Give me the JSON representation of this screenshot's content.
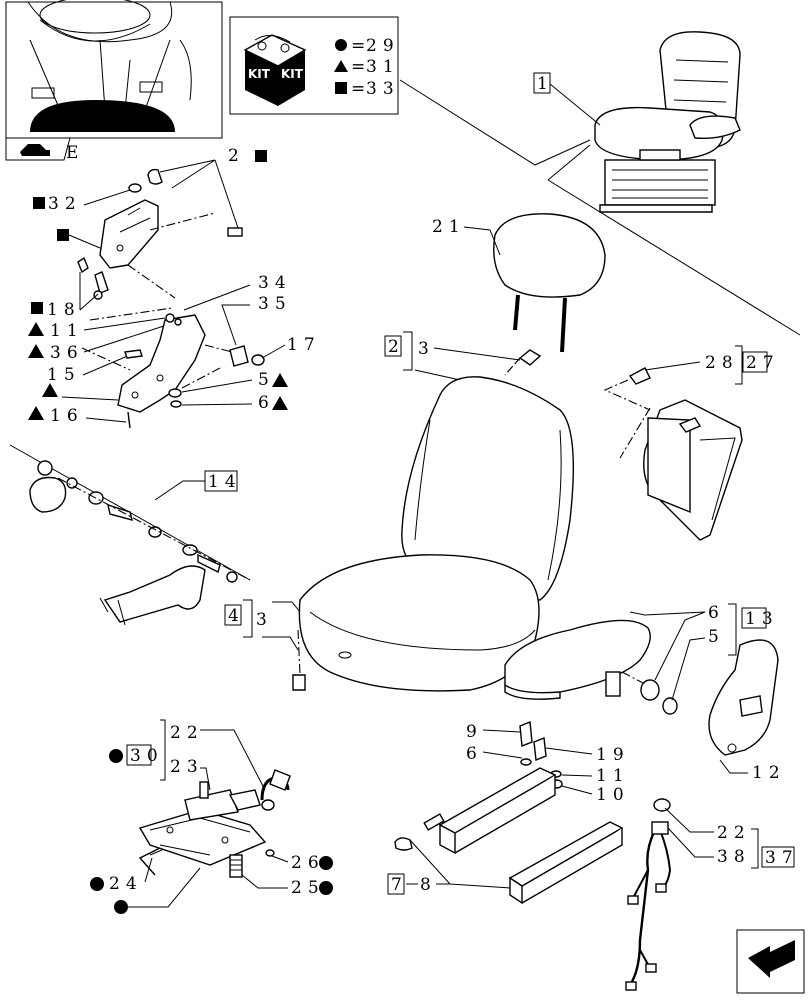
{
  "kit_legend": {
    "kit_word": "KIT",
    "entries": [
      {
        "symbol": "circle",
        "value": "29"
      },
      {
        "symbol": "triangle",
        "value": "31"
      },
      {
        "symbol": "square",
        "value": "33"
      }
    ]
  },
  "thumbnail_tab_letter": "E",
  "callouts": {
    "c1": "1",
    "c2_top": "2",
    "c32": "32",
    "c18": "18",
    "c11": "11",
    "c36": "36",
    "c15": "15",
    "c16": "16",
    "c34": "34",
    "c35": "35",
    "c17": "17",
    "c5a": "5",
    "c6a": "6",
    "c14": "14",
    "c21": "21",
    "c2b": "2",
    "c3b": "3",
    "c28": "28",
    "c27": "27",
    "c4": "4",
    "c3c": "3",
    "c6b": "6",
    "c5b": "5",
    "c13": "13",
    "c12": "12",
    "c9": "9",
    "c6c": "6",
    "c19": "19",
    "c11b": "11",
    "c10": "10",
    "c30": "30",
    "c22": "22",
    "c23": "23",
    "c24": "24",
    "c26": "26",
    "c25": "25",
    "c7": "7",
    "c8": "8",
    "c22b": "22",
    "c38": "38",
    "c37": "37"
  },
  "icons": {
    "kit_box": "kit-box-icon",
    "nav_arrow": "navigation-arrow-icon",
    "thumbnail_tab": "tractor-icon"
  }
}
